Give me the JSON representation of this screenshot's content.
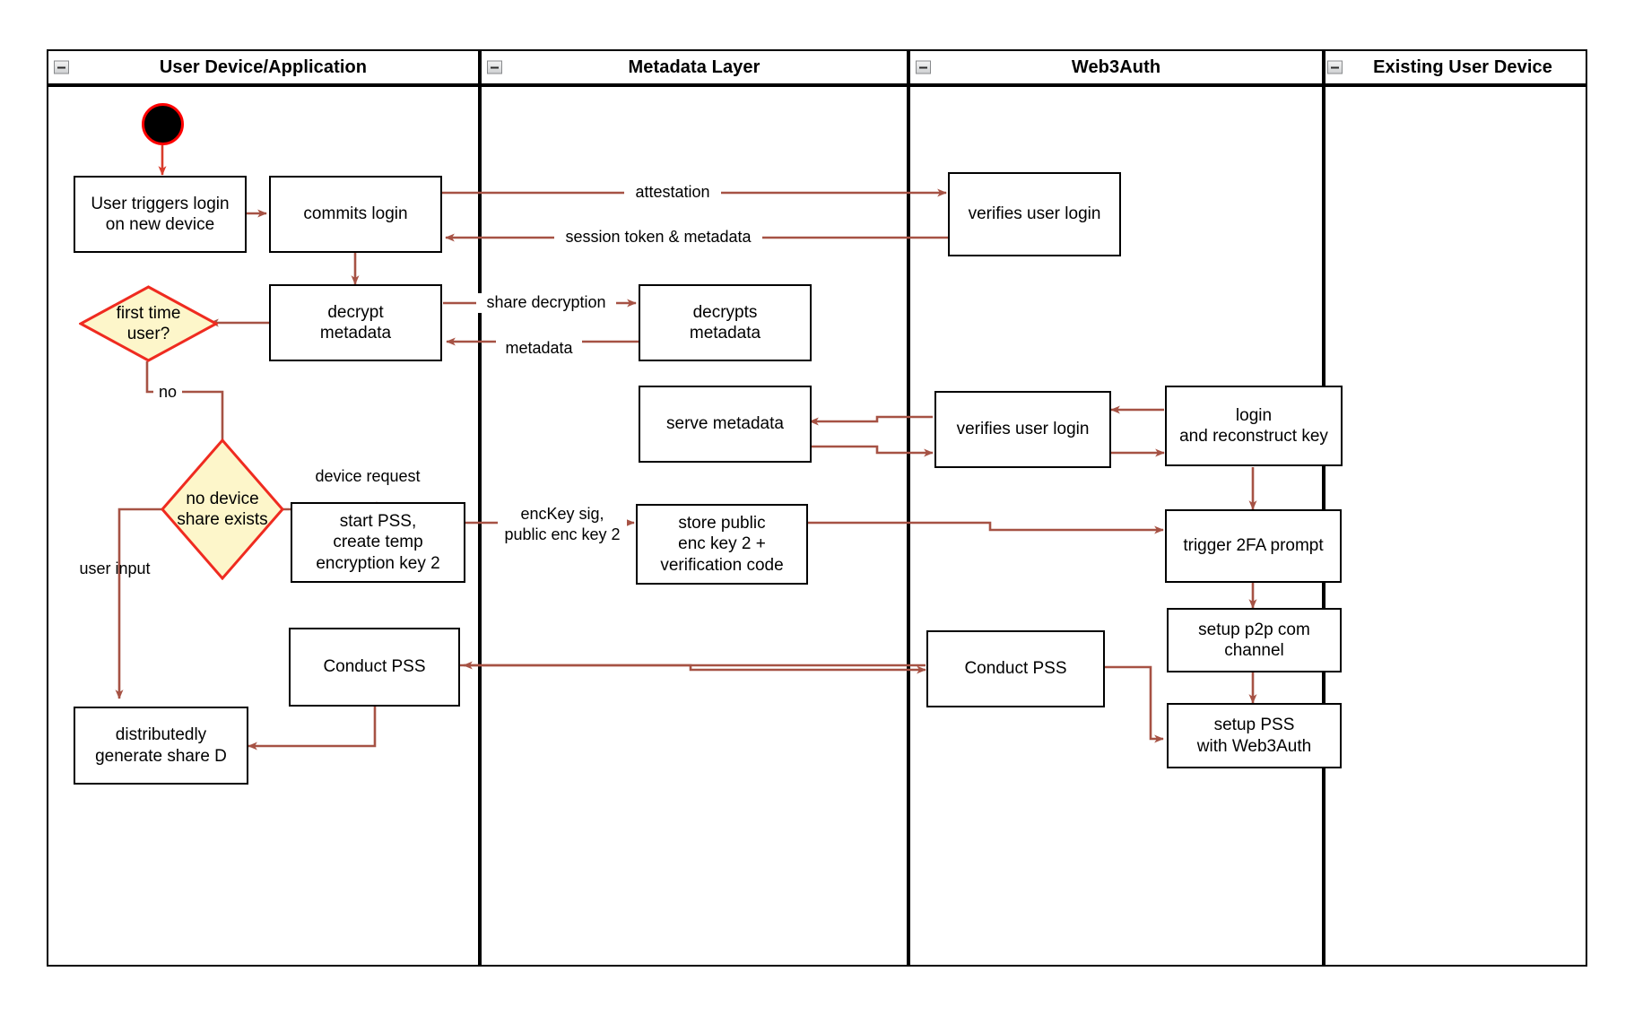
{
  "diagram": {
    "title": "Web3Auth new-device login swimlane flow",
    "colors": {
      "lane_border": "#000000",
      "node_border": "#000000",
      "node_fill": "#ffffff",
      "edge": "#a65244",
      "decision_border": "#ef2b20",
      "decision_fill": "#fdf6ca",
      "start_fill": "#000000",
      "start_border": "#ff0000",
      "text": "#000000"
    },
    "lanes": [
      {
        "id": "lane-user-device",
        "label": "User Device/Application",
        "collapse_icon": "minus-collapse-icon"
      },
      {
        "id": "lane-metadata",
        "label": "Metadata Layer",
        "collapse_icon": "minus-collapse-icon"
      },
      {
        "id": "lane-web3auth",
        "label": "Web3Auth",
        "collapse_icon": "minus-collapse-icon"
      },
      {
        "id": "lane-existing-device",
        "label": "Existing User Device",
        "collapse_icon": "minus-collapse-icon"
      }
    ],
    "nodes": [
      {
        "id": "start",
        "type": "start",
        "label": ""
      },
      {
        "id": "user-triggers-login",
        "type": "activity",
        "lane": "lane-user-device",
        "label": "User triggers login\non new device"
      },
      {
        "id": "commits-login",
        "type": "activity",
        "lane": "lane-user-device",
        "label": "commits login"
      },
      {
        "id": "verifies-user-login-1",
        "type": "activity",
        "lane": "lane-web3auth",
        "label": "verifies user login"
      },
      {
        "id": "decrypt-metadata",
        "type": "activity",
        "lane": "lane-user-device",
        "label": "decrypt\nmetadata"
      },
      {
        "id": "decrypts-metadata",
        "type": "activity",
        "lane": "lane-metadata",
        "label": "decrypts\nmetadata"
      },
      {
        "id": "first-time-user",
        "type": "decision",
        "lane": "lane-user-device",
        "label": "first time\nuser?"
      },
      {
        "id": "serve-metadata",
        "type": "activity",
        "lane": "lane-metadata",
        "label": "serve metadata"
      },
      {
        "id": "verifies-user-login-2",
        "type": "activity",
        "lane": "lane-web3auth",
        "label": "verifies user login"
      },
      {
        "id": "login-and-reconstruct-key",
        "type": "activity",
        "lane": "lane-existing-device",
        "label": "login\nand reconstruct key"
      },
      {
        "id": "no-device-share-exists",
        "type": "decision",
        "lane": "lane-user-device",
        "label": "no device\nshare exists"
      },
      {
        "id": "start-pss-create-temp-key",
        "type": "activity",
        "lane": "lane-user-device",
        "label": "start PSS,\ncreate temp\nencryption key 2"
      },
      {
        "id": "store-public-enc-key",
        "type": "activity",
        "lane": "lane-metadata",
        "label": "store public\nenc key 2 +\nverification code"
      },
      {
        "id": "trigger-2fa-prompt",
        "type": "activity",
        "lane": "lane-existing-device",
        "label": "trigger 2FA prompt"
      },
      {
        "id": "conduct-pss-user",
        "type": "activity",
        "lane": "lane-user-device",
        "label": "Conduct PSS"
      },
      {
        "id": "conduct-pss-web3auth",
        "type": "activity",
        "lane": "lane-web3auth",
        "label": "Conduct PSS"
      },
      {
        "id": "setup-p2p-com-channel",
        "type": "activity",
        "lane": "lane-existing-device",
        "label": "setup p2p com\nchannel"
      },
      {
        "id": "distributedly-generate-share-d",
        "type": "activity",
        "lane": "lane-user-device",
        "label": "distributedly\ngenerate share D"
      },
      {
        "id": "setup-pss-with-web3auth",
        "type": "activity",
        "lane": "lane-existing-device",
        "label": "setup PSS\nwith Web3Auth"
      }
    ],
    "edge_labels": [
      {
        "id": "attestation",
        "text": "attestation"
      },
      {
        "id": "session-token-metadata",
        "text": "session token & metadata"
      },
      {
        "id": "share-decryption",
        "text": "share decryption"
      },
      {
        "id": "metadata",
        "text": "metadata"
      },
      {
        "id": "no",
        "text": "no"
      },
      {
        "id": "device-request",
        "text": "device request"
      },
      {
        "id": "enckey-sig",
        "text": "encKey sig,\npublic enc key 2"
      },
      {
        "id": "user-input",
        "text": "user input"
      }
    ]
  }
}
